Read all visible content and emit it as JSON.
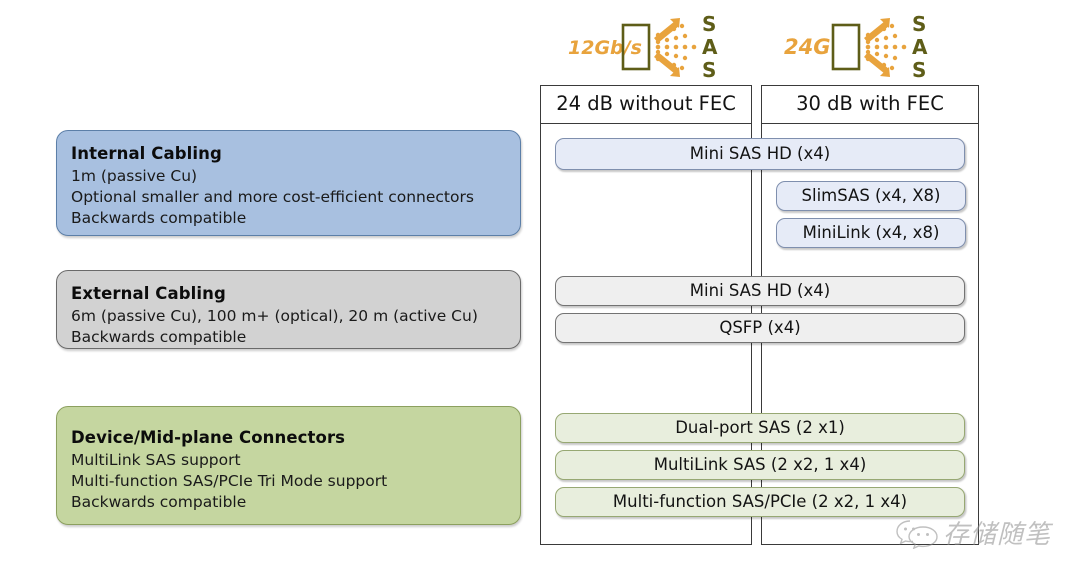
{
  "logos": [
    {
      "name": "12gbs-sas-logo",
      "speed": "12Gb/s",
      "brand": "SAS",
      "brand_letters": [
        "S",
        "A",
        "S"
      ],
      "speed_color": "#e8a33d",
      "ray_color": "#e8a33d",
      "letter_color": "#5e5d18"
    },
    {
      "name": "24g-sas-logo",
      "speed": "24G",
      "brand": "SAS",
      "brand_letters": [
        "S",
        "A",
        "S"
      ],
      "speed_color": "#e8a33d",
      "ray_color": "#e8a33d",
      "letter_color": "#5e5d18"
    }
  ],
  "panels": [
    {
      "id": "internal",
      "title": "Internal Cabling",
      "lines": [
        "1m (passive Cu)",
        "Optional smaller and more cost-efficient connectors",
        "Backwards compatible"
      ],
      "fill": "#a8c0e0"
    },
    {
      "id": "external",
      "title": "External Cabling",
      "lines": [
        "6m (passive Cu), 100 m+ (optical), 20 m (active Cu)",
        "Backwards compatible"
      ],
      "fill": "#d2d2d2"
    },
    {
      "id": "device",
      "title": "Device/Mid-plane Connectors",
      "lines": [
        "MultiLink SAS support",
        "Multi-function SAS/PCIe Tri Mode support",
        "Backwards compatible"
      ],
      "fill": "#c5d6a0"
    }
  ],
  "table": {
    "columns": [
      {
        "id": "col-24db",
        "header": "24 dB without FEC"
      },
      {
        "id": "col-30db",
        "header": "30 dB with FEC"
      }
    ],
    "pills": [
      {
        "id": "mini-sas-hd-internal",
        "label": "Mini SAS HD (x4)",
        "style": "blue",
        "span": "both"
      },
      {
        "id": "slimsas",
        "label": "SlimSAS (x4, X8)",
        "style": "blue",
        "span": "right"
      },
      {
        "id": "minilink",
        "label": "MiniLink (x4, x8)",
        "style": "blue",
        "span": "right"
      },
      {
        "id": "mini-sas-hd-external",
        "label": "Mini SAS HD (x4)",
        "style": "gray",
        "span": "both"
      },
      {
        "id": "qsfp",
        "label": "QSFP (x4)",
        "style": "gray",
        "span": "both"
      },
      {
        "id": "dual-port-sas",
        "label": "Dual-port SAS (2 x1)",
        "style": "green",
        "span": "both"
      },
      {
        "id": "multilink-sas",
        "label": "MultiLink SAS (2 x2, 1 x4)",
        "style": "green",
        "span": "both"
      },
      {
        "id": "multi-function-sas-pcie",
        "label": "Multi-function SAS/PCIe (2 x2, 1 x4)",
        "style": "green",
        "span": "both"
      }
    ]
  },
  "watermark": {
    "text": "存储随笔",
    "icon": "wechat-icon"
  }
}
